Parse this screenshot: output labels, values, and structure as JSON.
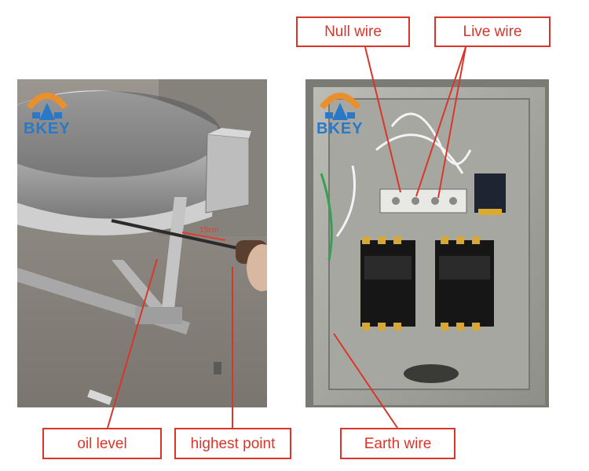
{
  "callouts": {
    "null_wire": "Null wire",
    "live_wire": "Live wire",
    "oil_level": "oil level",
    "highest_point": "highest point",
    "earth_wire": "Earth wire"
  },
  "logo": {
    "text": "BKEY"
  },
  "measurement": {
    "text": "15cm"
  },
  "colors": {
    "accent": "#d9362b",
    "logo_blue": "#2a78c8",
    "logo_orange": "#e8902e"
  }
}
